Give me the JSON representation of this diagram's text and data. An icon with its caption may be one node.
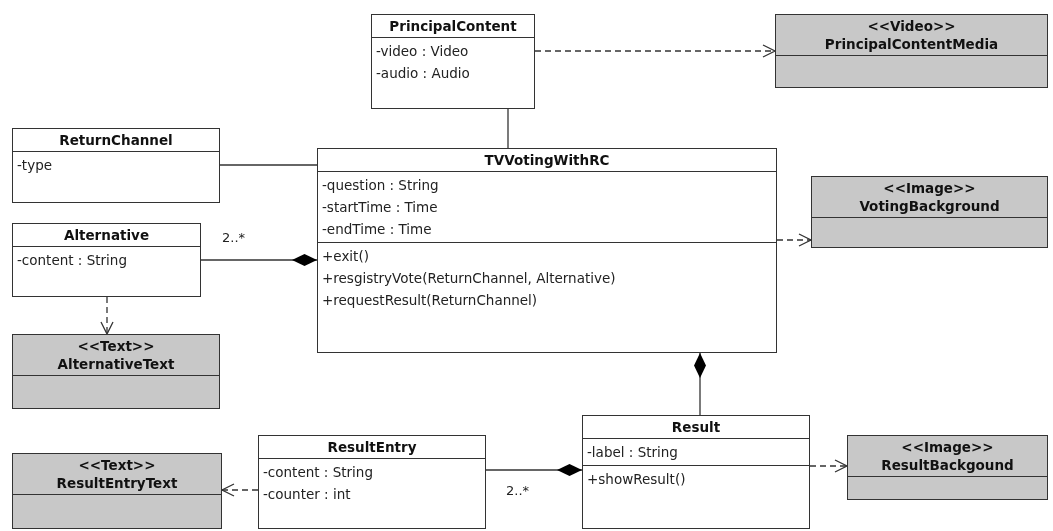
{
  "diagram": {
    "nodes": [
      {
        "text": [
          "PrincipalContent",
          "-video : Video",
          "-audio : Audio"
        ]
      },
      {
        "text": [
          "<<Video>>",
          "PrincipalContentMedia"
        ]
      },
      {
        "text": [
          "ReturnChannel",
          "-type"
        ]
      },
      {
        "text": [
          "TVVotingWithRC",
          "-question : String",
          "-startTime : Time",
          "-endTime : Time",
          "+exit()",
          "+resgistryVote(ReturnChannel, Alternative)",
          "+requestResult(ReturnChannel)"
        ]
      },
      {
        "text": [
          "<<Image>>",
          "VotingBackground"
        ]
      },
      {
        "text": [
          "Alternative",
          "-content : String"
        ]
      },
      {
        "text": [
          "<<Text>>",
          "AlternativeText"
        ]
      },
      {
        "text": [
          "Result",
          "-label : String",
          "+showResult()"
        ]
      },
      {
        "text": [
          "ResultEntry",
          "-content : String",
          "-counter : int"
        ]
      },
      {
        "text": [
          "<<Text>>",
          "ResultEntryText"
        ]
      },
      {
        "text": [
          "<<Image>>",
          "ResultBackgound"
        ]
      }
    ],
    "edges": [
      {
        "from": 0,
        "to": 1,
        "arrow": "to",
        "style": "dashed"
      },
      {
        "from": 0,
        "to": 3,
        "arrow": "none"
      },
      {
        "from": 2,
        "to": 3,
        "arrow": "none"
      },
      {
        "from": 5,
        "to": 3,
        "arrow": "other",
        "label": "2..*"
      },
      {
        "from": 5,
        "to": 6,
        "arrow": "to",
        "style": "dashed"
      },
      {
        "from": 3,
        "to": 4,
        "arrow": "to",
        "style": "dashed"
      },
      {
        "from": 7,
        "to": 3,
        "arrow": "other"
      },
      {
        "from": 8,
        "to": 7,
        "arrow": "other",
        "label": "2..*"
      },
      {
        "from": 8,
        "to": 9,
        "arrow": "to",
        "style": "dashed"
      },
      {
        "from": 7,
        "to": 10,
        "arrow": "to",
        "style": "dashed"
      }
    ]
  }
}
